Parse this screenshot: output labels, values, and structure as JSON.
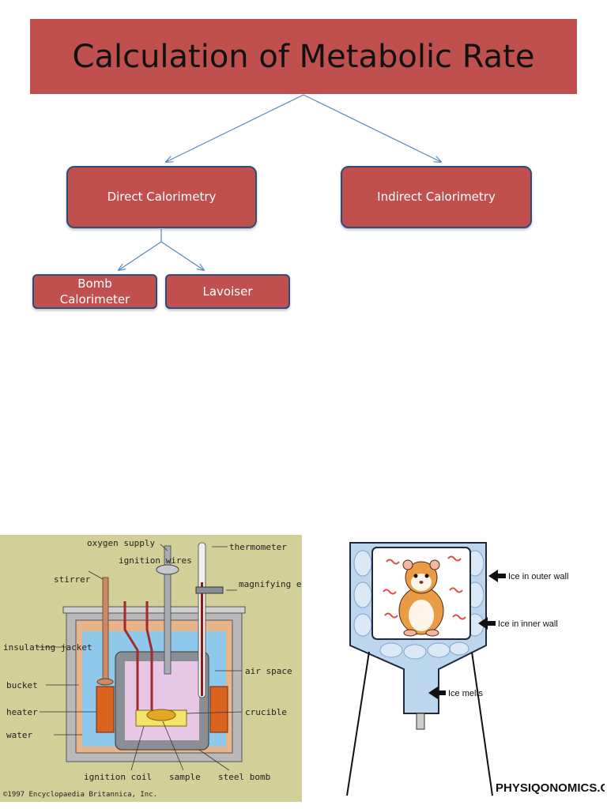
{
  "title": "Calculation of Metabolic Rate",
  "nodes": {
    "direct": "Direct Calorimetry",
    "indirect": "Indirect Calorimetry",
    "bomb": "Bomb Calorimeter",
    "lavoiser": "Lavoiser"
  },
  "bomb_figure": {
    "labels": {
      "oxygen_supply": "oxygen supply",
      "thermometer": "thermometer",
      "ignition_wires": "ignition wires",
      "stirrer": "stirrer",
      "magnifying_eyepiece": "magnifying eyepiece",
      "insulating_jacket": "insulating jacket",
      "air_space": "air space",
      "bucket": "bucket",
      "heater": "heater",
      "crucible": "crucible",
      "water": "water",
      "ignition_coil": "ignition coil",
      "sample": "sample",
      "steel_bomb": "steel bomb"
    },
    "copyright": "©1997 Encyclopaedia Britannica, Inc.",
    "background_color": "#d3cf98"
  },
  "ice_figure": {
    "labels": {
      "outer_wall": "Ice in outer wall",
      "inner_wall": "Ice in inner wall",
      "melts": "Ice melts"
    },
    "brand": "PHYSIQONOMICS.COM"
  },
  "colors": {
    "box_fill": "#c0504d",
    "box_border": "#2f4d7a",
    "arrow": "#5b86c0"
  }
}
